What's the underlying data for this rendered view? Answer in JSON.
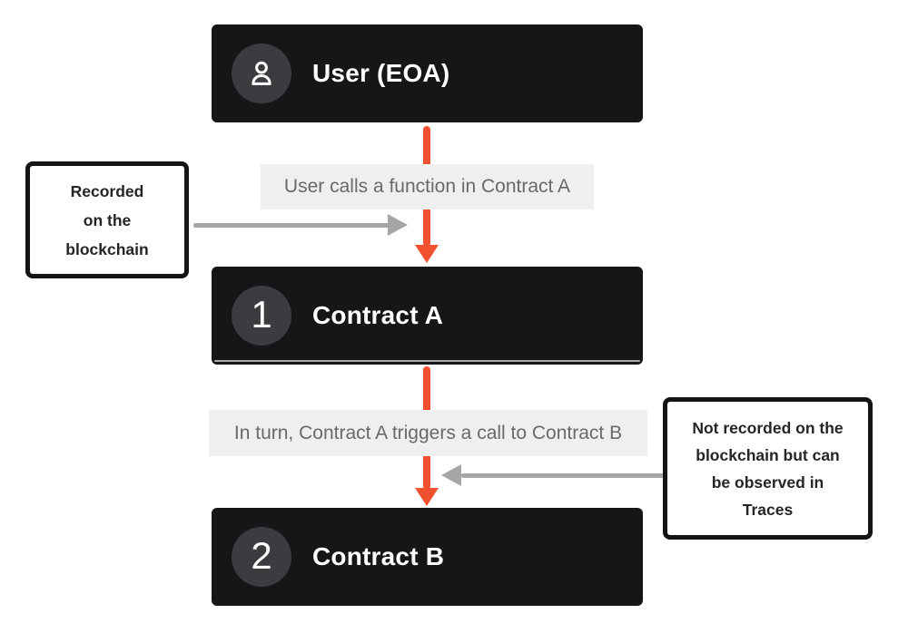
{
  "page": {
    "background": "#ffffff"
  },
  "colors": {
    "node_background": "#161619",
    "badge_circle": "#3c3c40",
    "accent_orange": "#f2512f",
    "arrow_gray": "#a5a5a5",
    "edge_label_background": "#efeff0",
    "edge_label_text": "#696969",
    "note_border": "#141414",
    "note_text": "#252525"
  },
  "nodes": [
    {
      "title": "User (EOA)",
      "badge_icon": "user-icon"
    },
    {
      "title": "Contract A",
      "badge_number": "1"
    },
    {
      "title": "Contract B",
      "badge_number": "2"
    }
  ],
  "edges": [
    {
      "label": "User calls a function in Contract A"
    },
    {
      "label": "In turn, Contract A triggers a call to Contract B"
    }
  ],
  "notes": {
    "left": {
      "lines": [
        "Recorded",
        "on the",
        "blockchain"
      ]
    },
    "right": {
      "lines": [
        "Not recorded on the",
        "blockchain but can",
        "be observed in",
        "Traces"
      ]
    }
  }
}
